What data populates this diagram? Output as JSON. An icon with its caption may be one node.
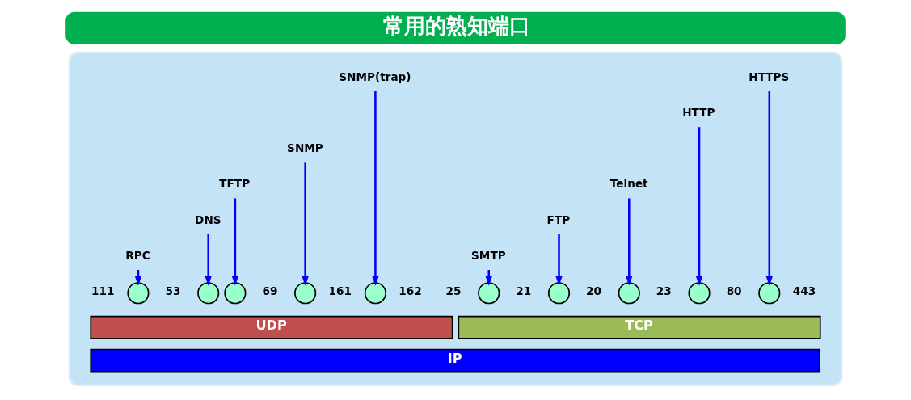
{
  "diagram": {
    "title": "常用的熟知端口",
    "nodes": [
      {
        "text": [],
        "shape": "box"
      },
      {
        "text": [
          "RPC"
        ],
        "in": 0
      },
      {
        "text": [
          "DNS"
        ],
        "in": 0
      },
      {
        "text": [
          "TFTP"
        ],
        "in": 0
      },
      {
        "text": [
          "SNMP"
        ],
        "in": 0
      },
      {
        "text": [
          "SNMP(trap)"
        ],
        "in": 0
      },
      {
        "text": [
          "SMTP"
        ],
        "in": 0
      },
      {
        "text": [
          "FTP"
        ],
        "in": 0
      },
      {
        "text": [
          "Telnet"
        ],
        "in": 0
      },
      {
        "text": [
          "HTTP"
        ],
        "in": 0
      },
      {
        "text": [
          "HTTPS"
        ],
        "in": 0
      },
      {
        "text": [],
        "shape": "circle",
        "beside": [
          "111"
        ],
        "in": 0
      },
      {
        "text": [],
        "shape": "circle",
        "beside": [
          "53"
        ],
        "in": 0
      },
      {
        "text": [],
        "shape": "circle",
        "beside": [
          "69"
        ],
        "in": 0
      },
      {
        "text": [],
        "shape": "circle",
        "beside": [
          "161"
        ],
        "in": 0
      },
      {
        "text": [],
        "shape": "circle",
        "beside": [
          "162"
        ],
        "in": 0
      },
      {
        "text": [],
        "shape": "circle",
        "beside": [
          "25"
        ],
        "in": 0
      },
      {
        "text": [],
        "shape": "circle",
        "beside": [
          "21",
          "20"
        ],
        "in": 0
      },
      {
        "text": [],
        "shape": "circle",
        "beside": [
          "23"
        ],
        "in": 0
      },
      {
        "text": [],
        "shape": "circle",
        "beside": [
          "80"
        ],
        "in": 0
      },
      {
        "text": [],
        "shape": "circle",
        "beside": [
          "443"
        ],
        "in": 0
      },
      {
        "text": [
          "UDP"
        ],
        "in": 0
      },
      {
        "text": [
          "TCP"
        ],
        "in": 0
      },
      {
        "text": [
          "IP"
        ],
        "in": 0
      }
    ],
    "edges": [
      {
        "from": 1,
        "to": 11,
        "arrow": "to"
      },
      {
        "from": 2,
        "to": 12,
        "arrow": "to"
      },
      {
        "from": 3,
        "to": 13,
        "arrow": "to"
      },
      {
        "from": 4,
        "to": 14,
        "arrow": "to"
      },
      {
        "from": 5,
        "to": 15,
        "arrow": "to"
      },
      {
        "from": 6,
        "to": 16,
        "arrow": "to"
      },
      {
        "from": 7,
        "to": 17,
        "arrow": "to"
      },
      {
        "from": 8,
        "to": 18,
        "arrow": "to"
      },
      {
        "from": 9,
        "to": 19,
        "arrow": "to"
      },
      {
        "from": 10,
        "to": 20,
        "arrow": "to"
      }
    ]
  }
}
